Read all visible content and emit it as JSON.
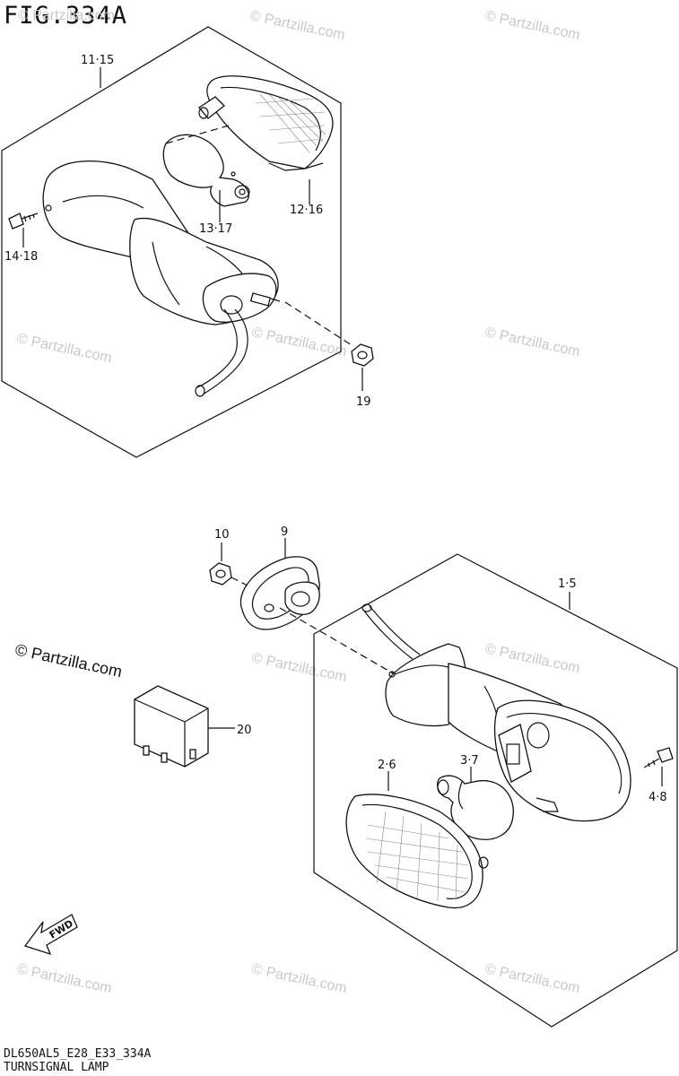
{
  "figure": {
    "title": "FIG.334A",
    "model_code": "DL650AL5_E28_E33_334A",
    "caption": "TURNSIGNAL LAMP"
  },
  "watermark": {
    "text": "© Partzilla.com",
    "prominent_text": "© Partzilla.com"
  },
  "callouts": {
    "rear_assembly": "11·15",
    "rear_lens": "12·16",
    "rear_bulb": "13·17",
    "rear_screw": "14·18",
    "rear_nut": "19",
    "front_nut": "10",
    "front_gasket": "9",
    "front_assembly": "1·5",
    "front_lens": "2·6",
    "front_bulb": "3·7",
    "front_screw": "4·8",
    "relay": "20"
  },
  "direction_arrow": {
    "text": "FWD"
  }
}
